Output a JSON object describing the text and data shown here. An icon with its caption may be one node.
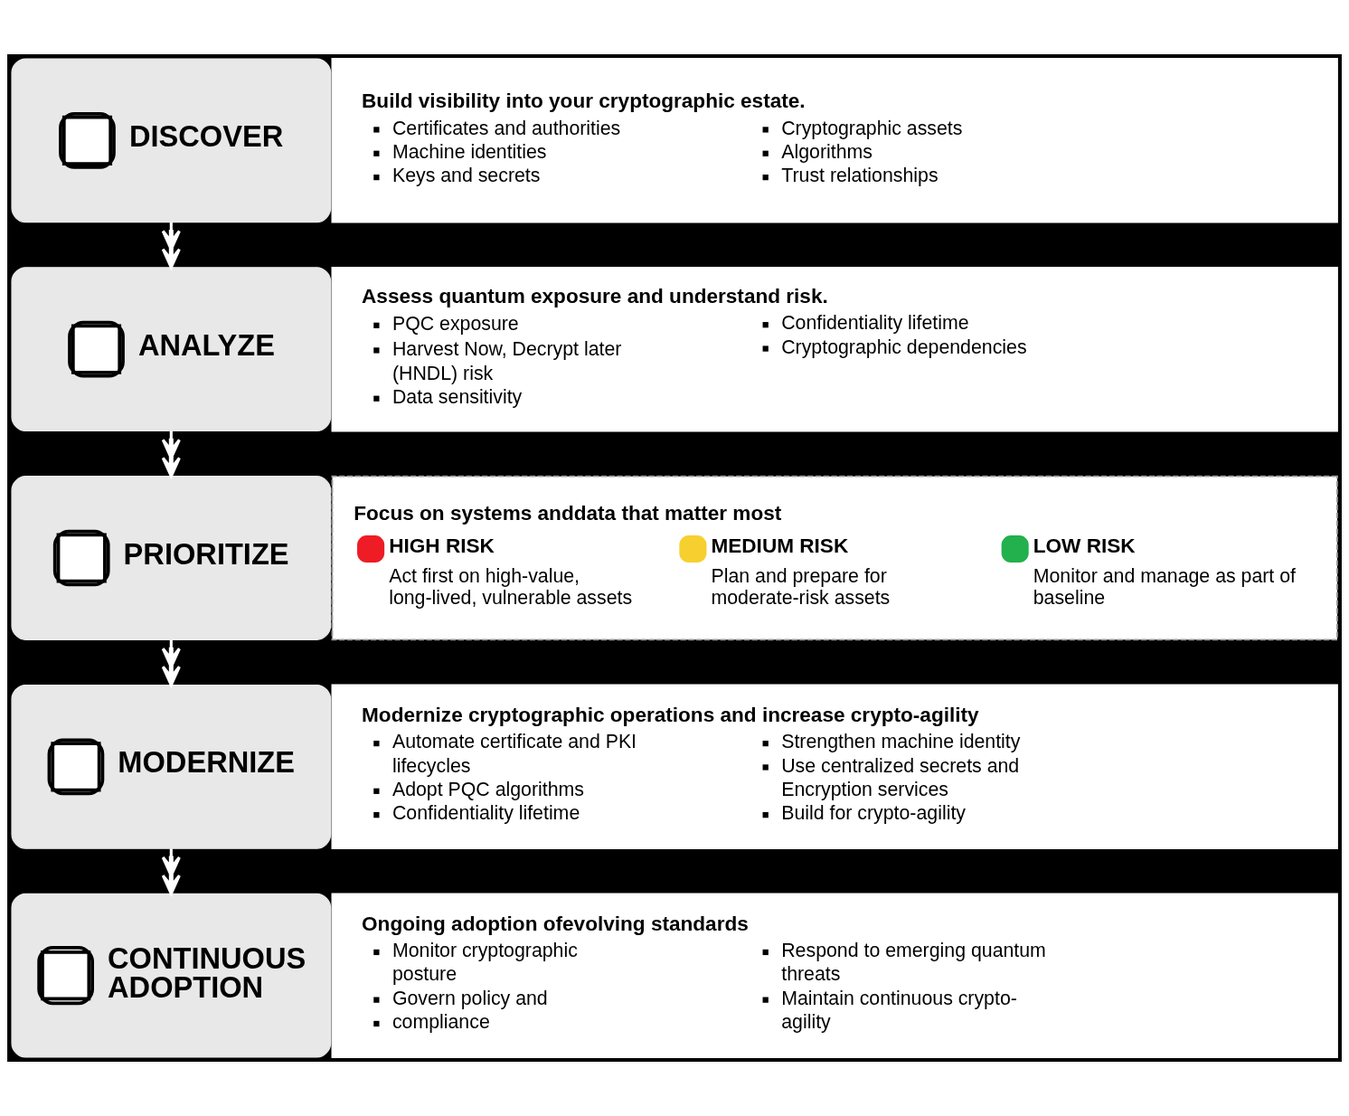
{
  "diagram": {
    "nodes": [
      {
        "text": [
          "DISCOVER"
        ]
      },
      {
        "text": [
          "Build visibility into your cryptographic estate.",
          "Certificates and authorities",
          "Machine identities",
          "Keys and secrets",
          "Cryptographic assets",
          "Algorithms",
          "Trust relationships"
        ]
      },
      {
        "text": [
          "ANALYZE"
        ]
      },
      {
        "text": [
          "Assess quantum exposure and understand risk.",
          "PQC exposure",
          "Harvest Now, Decrypt later (HNDL) risk",
          "Data sensitivity",
          "Confidentiality lifetime",
          "Cryptographic dependencies"
        ]
      },
      {
        "text": [
          "PRIORITIZE"
        ]
      },
      {
        "text": [
          "Focus on systems anddata that matter most",
          "HIGH RISK",
          "Act first on high-value, long-lived, vulnerable assets",
          "MEDIUM RISK",
          "Plan and prepare for moderate-risk assets",
          "LOW RISK",
          "Monitor and manage as part of baseline"
        ]
      },
      {
        "text": [
          "MODERNIZE"
        ]
      },
      {
        "text": [
          "Modernize cryptographic operations and increase crypto-agility",
          "Automate certificate and PKI lifecycles",
          "Adopt PQC algorithms",
          "Confidentiality lifetime",
          "Strengthen machine identity",
          "Use centralized secrets and Encryption services",
          "Build for crypto-agility"
        ]
      },
      {
        "text": [
          "CONTINUOUS ADOPTION"
        ]
      },
      {
        "text": [
          "Ongoing adoption ofevolving standards",
          "Monitor cryptographic posture",
          "Govern policy and",
          "compliance",
          "Respond to emerging quantum threats",
          "Maintain continuous crypto-agility"
        ]
      }
    ],
    "edges": [
      {
        "from": 0,
        "to": 2,
        "arrow": "to"
      },
      {
        "from": 2,
        "to": 4,
        "arrow": "to"
      },
      {
        "from": 4,
        "to": 6,
        "arrow": "to"
      },
      {
        "from": 6,
        "to": 8,
        "arrow": "to"
      }
    ]
  }
}
